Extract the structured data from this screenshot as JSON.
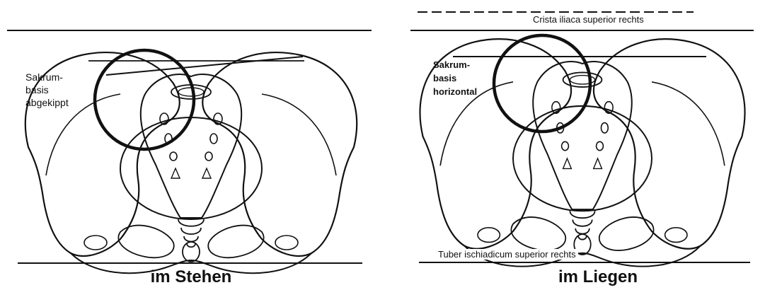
{
  "panels": [
    {
      "caption": "im Stehen",
      "sacrum_label": [
        "Sakrum-",
        "basis",
        "abgekippt"
      ]
    },
    {
      "caption": "im Liegen",
      "sacrum_label": [
        "Sakrum-",
        "basis",
        "horizontal"
      ],
      "top_line_label": "Crista iliaca superior rechts",
      "bottom_line_label": "Tuber ischiadicum superior rechts"
    }
  ],
  "colors": {
    "ink": "#111111",
    "background": "#ffffff"
  }
}
